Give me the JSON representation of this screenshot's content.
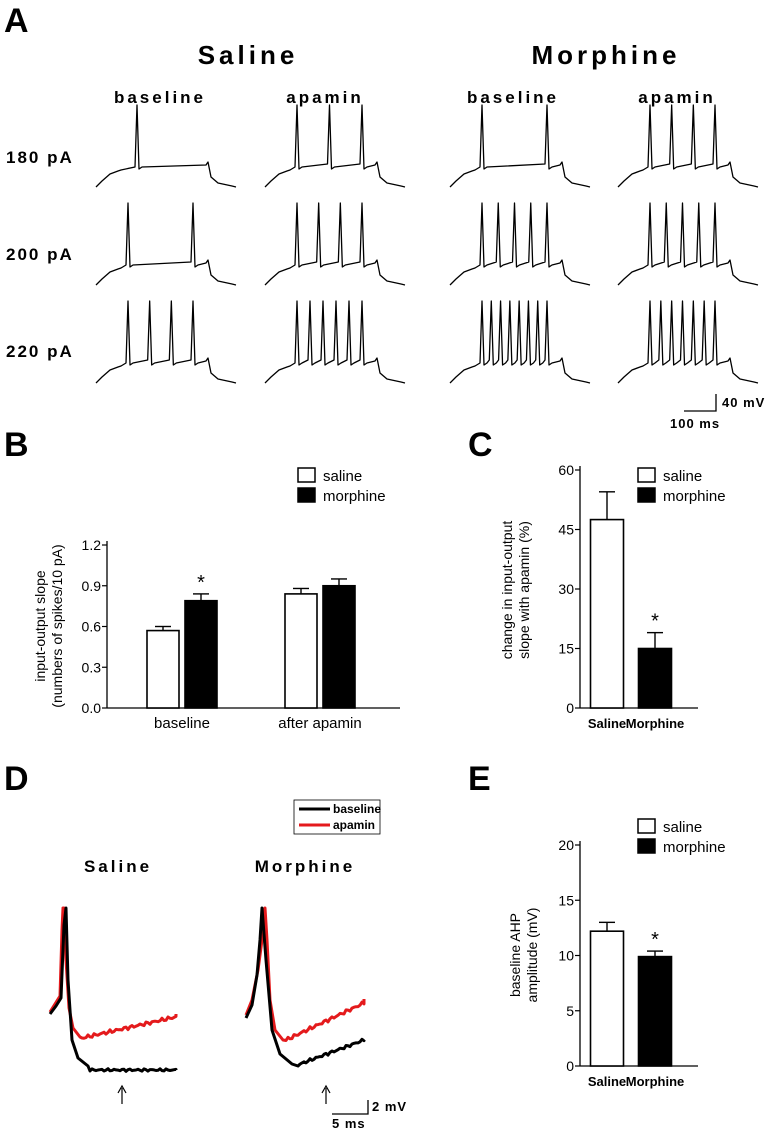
{
  "panels": {
    "A": {
      "label": "A",
      "groups": [
        "Saline",
        "Morphine"
      ],
      "conditions": [
        "baseline",
        "apamin",
        "baseline",
        "apamin"
      ],
      "currents": [
        "180 pA",
        "200 pA",
        "220 pA"
      ],
      "scalebar": {
        "v": "40 mV",
        "t": "100 ms"
      },
      "spikes": [
        [
          1,
          3,
          2,
          4
        ],
        [
          2,
          4,
          5,
          5
        ],
        [
          4,
          6,
          8,
          7
        ]
      ]
    },
    "B": {
      "label": "B"
    },
    "C": {
      "label": "C"
    },
    "D": {
      "label": "D",
      "groups": [
        "Saline",
        "Morphine"
      ],
      "legend": [
        "baseline",
        "apamin"
      ],
      "scalebar": {
        "v": "2 mV",
        "t": "5 ms"
      },
      "colors": {
        "baseline": "#000000",
        "apamin": "#e41a1c"
      }
    },
    "E": {
      "label": "E"
    }
  },
  "chart_data": [
    {
      "panel": "B",
      "type": "bar",
      "categories": [
        "baseline",
        "after apamin"
      ],
      "series": [
        {
          "name": "saline",
          "values": [
            0.57,
            0.84
          ],
          "errors": [
            0.03,
            0.04
          ],
          "fill": "#ffffff"
        },
        {
          "name": "morphine",
          "values": [
            0.79,
            0.9
          ],
          "errors": [
            0.05,
            0.05
          ],
          "fill": "#000000"
        }
      ],
      "ylabel": [
        "input-output slope",
        "(numbers of spikes/10 pA)"
      ],
      "ylim": [
        0,
        1.2
      ],
      "yticks": [
        "0.0",
        "0.3",
        "0.6",
        "0.9",
        "1.2"
      ],
      "annotations": [
        {
          "text": "*",
          "category": 0,
          "series": 1
        }
      ],
      "legend": "top-right"
    },
    {
      "panel": "C",
      "type": "bar",
      "categories": [
        "Saline",
        "Morphine"
      ],
      "series": [
        {
          "name": "saline",
          "values": [
            47.5
          ],
          "errors": [
            7
          ],
          "fill": "#ffffff"
        },
        {
          "name": "morphine",
          "values": [
            15
          ],
          "errors": [
            4
          ],
          "fill": "#000000"
        }
      ],
      "ylabel": [
        "change in input-output",
        "slope with apamin (%)"
      ],
      "ylim": [
        0,
        60
      ],
      "yticks": [
        "0",
        "15",
        "30",
        "45",
        "60"
      ],
      "annotations": [
        {
          "text": "*",
          "series": 1
        }
      ],
      "legend": "top-right"
    },
    {
      "panel": "E",
      "type": "bar",
      "categories": [
        "Saline",
        "Morphine"
      ],
      "series": [
        {
          "name": "saline",
          "values": [
            12.2
          ],
          "errors": [
            0.8
          ],
          "fill": "#ffffff"
        },
        {
          "name": "morphine",
          "values": [
            9.9
          ],
          "errors": [
            0.5
          ],
          "fill": "#000000"
        }
      ],
      "ylabel": [
        "baseline AHP",
        "amplitude (mV)"
      ],
      "ylim": [
        0,
        20
      ],
      "yticks": [
        "0",
        "5",
        "10",
        "15",
        "20"
      ],
      "annotations": [
        {
          "text": "*",
          "series": 1
        }
      ],
      "legend": "top-right"
    }
  ]
}
